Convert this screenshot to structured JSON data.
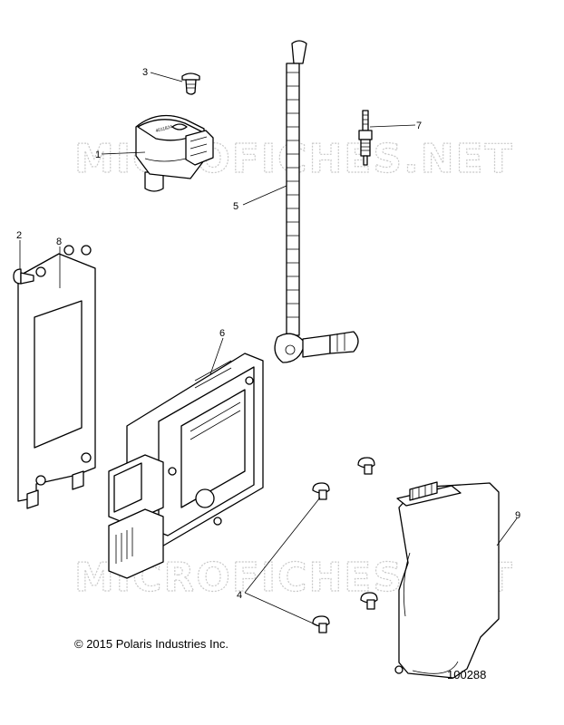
{
  "watermark": "MICROFICHES.NET",
  "copyright": "© 2015 Polaris Industries Inc.",
  "figure_number": "100288",
  "callouts": {
    "c1": "1",
    "c2": "2",
    "c3": "3",
    "c4": "4",
    "c5": "5",
    "c6": "6",
    "c7": "7",
    "c8": "8",
    "c9": "9"
  }
}
